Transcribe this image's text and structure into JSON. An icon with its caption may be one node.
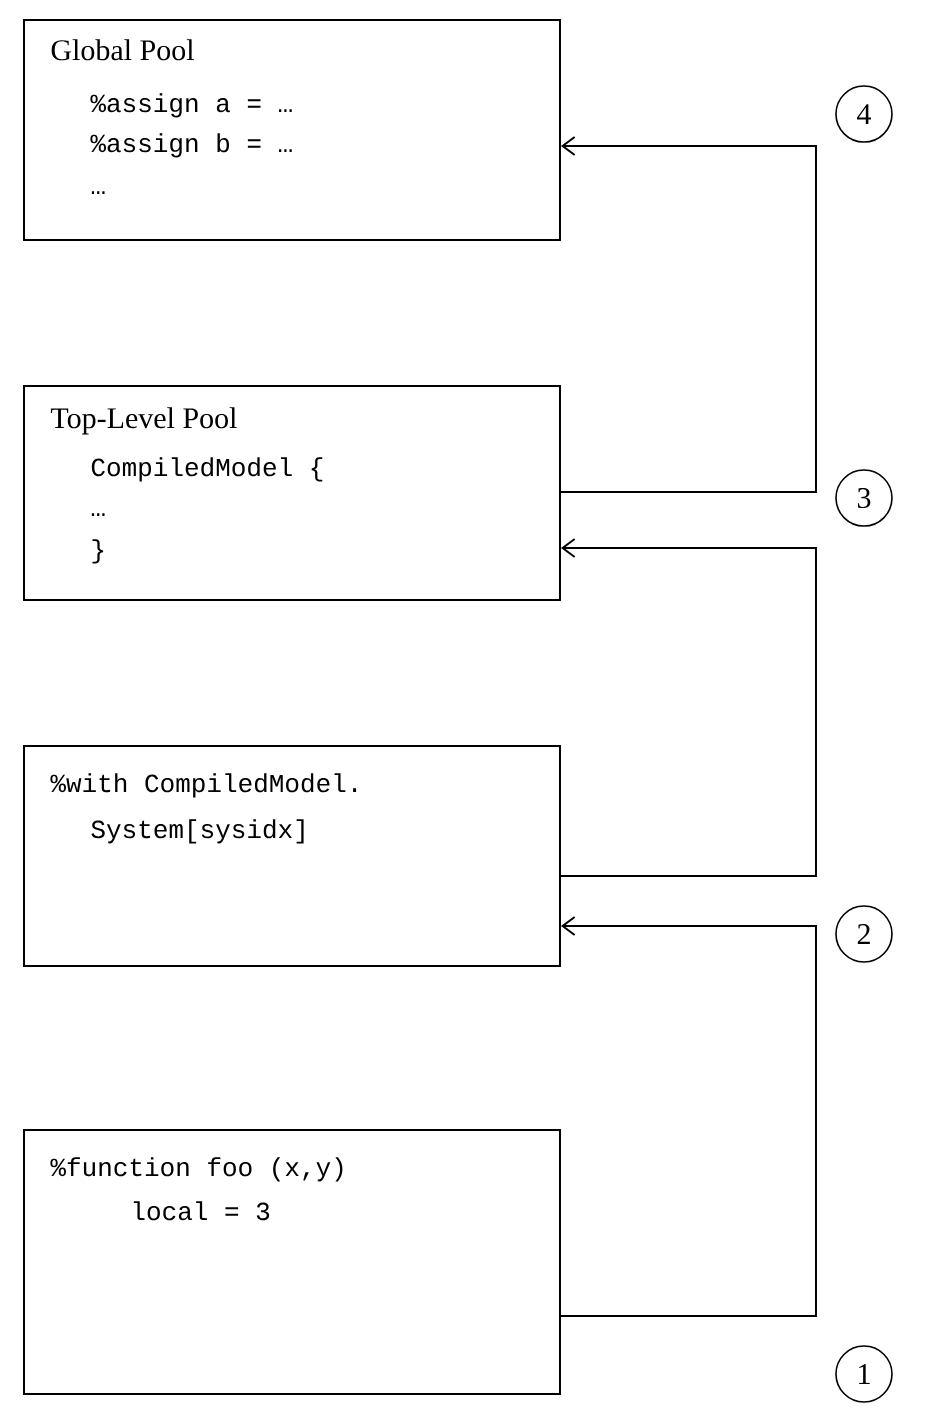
{
  "diagram": {
    "nodes": [
      {
        "text": [
          "Global Pool",
          "%assign a = …",
          "%assign b = …",
          "…"
        ]
      },
      {
        "text": [
          "4"
        ]
      },
      {
        "text": [
          "Top-Level Pool",
          "CompiledModel {",
          "…",
          "}"
        ]
      },
      {
        "text": [
          "3"
        ]
      },
      {
        "text": [
          "%with CompiledModel.",
          "System[sysidx]"
        ]
      },
      {
        "text": [
          "2"
        ]
      },
      {
        "text": [
          "%function foo (x,y)",
          "local = 3"
        ]
      },
      {
        "text": [
          "1"
        ]
      }
    ],
    "edges": [
      {
        "from": 6,
        "to": 4,
        "arrow": "to"
      },
      {
        "from": 4,
        "to": 2,
        "arrow": "to"
      },
      {
        "from": 2,
        "to": 0,
        "arrow": "to"
      }
    ]
  }
}
